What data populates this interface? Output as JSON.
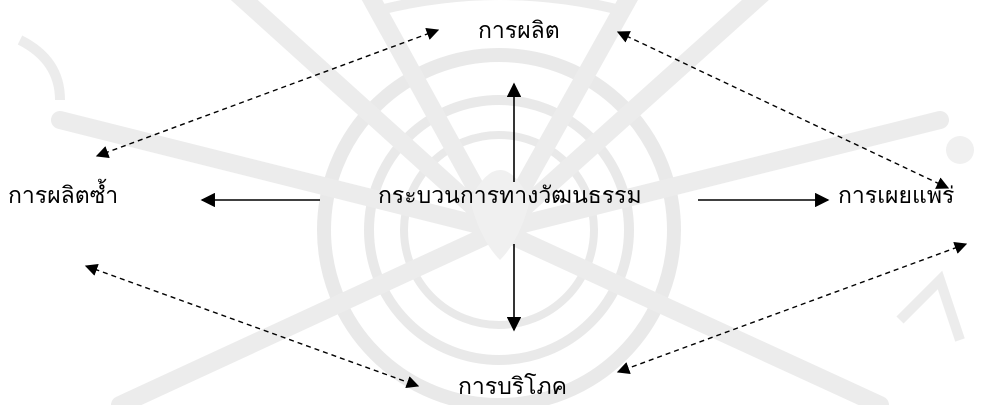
{
  "diagram": {
    "nodes": {
      "top": "การผลิต",
      "center": "กระบวนการทางวัฒนธรรม",
      "left": "การผลิตซ้ำ",
      "right": "การเผยแพร่",
      "bottom": "การบริโภค"
    },
    "edges": [
      {
        "from": "center",
        "to": "top",
        "style": "solid"
      },
      {
        "from": "center",
        "to": "left",
        "style": "solid"
      },
      {
        "from": "center",
        "to": "right",
        "style": "solid"
      },
      {
        "from": "center",
        "to": "bottom",
        "style": "solid"
      },
      {
        "from": "top",
        "to": "left",
        "style": "dashed",
        "bidirectional": true
      },
      {
        "from": "top",
        "to": "right",
        "style": "dashed",
        "bidirectional": true
      },
      {
        "from": "left",
        "to": "bottom",
        "style": "dashed",
        "bidirectional": true
      },
      {
        "from": "right",
        "to": "bottom",
        "style": "dashed",
        "bidirectional": true
      }
    ]
  },
  "colors": {
    "text": "#000000",
    "arrow": "#000000",
    "watermark": "#e9e9e9"
  }
}
